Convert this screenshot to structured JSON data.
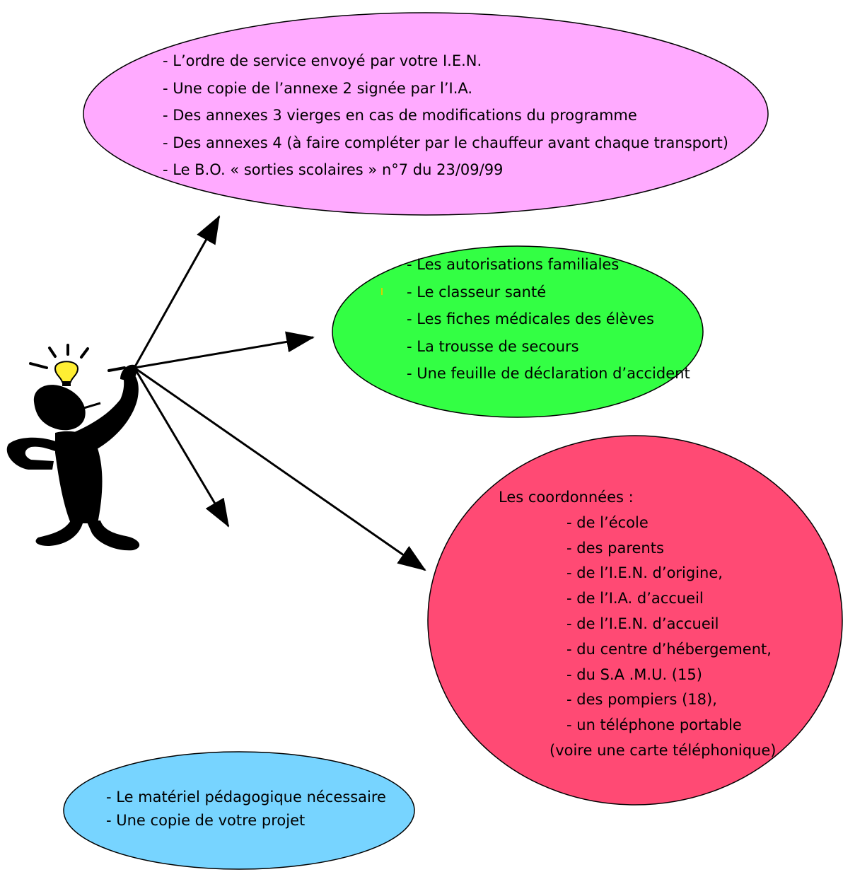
{
  "colors": {
    "pink": "#ffaaff",
    "green": "#33ff44",
    "red": "#ff4a74",
    "blue": "#77d4ff",
    "bulb": "#ffee33",
    "ink": "#000000"
  },
  "icons": [
    "thinking-person-figure",
    "light-bulb-icon"
  ],
  "ellipses": {
    "pink": {
      "items": [
        "- L’ordre de service envoyé par votre I.E.N.",
        "- Une copie de l’annexe 2 signée par l’I.A.",
        "- Des annexes 3 vierges en cas de modifications du programme",
        "- Des annexes 4 (à faire compléter par le chauffeur avant chaque transport)",
        "- Le B.O. « sorties scolaires » n°7 du 23/09/99"
      ]
    },
    "green": {
      "items": [
        "- Les autorisations familiales",
        "- Le classeur santé",
        "- Les fiches médicales des élèves",
        "- La trousse de secours",
        "- Une feuille de déclaration d’accident"
      ]
    },
    "red": {
      "heading": "Les coordonnées :",
      "items": [
        "- de l’école",
        "- des parents",
        "- de l’I.E.N. d’origine,",
        "- de l’I.A. d’accueil",
        "- de l’I.E.N. d’accueil",
        "- du centre d’hébergement,",
        "- du S.A .M.U. (15)",
        "- des pompiers (18),",
        "- un  téléphone portable"
      ],
      "note": "(voire une carte téléphonique)"
    },
    "blue": {
      "items": [
        "- Le matériel pédagogique nécessaire",
        "- Une copie de votre projet"
      ]
    }
  }
}
